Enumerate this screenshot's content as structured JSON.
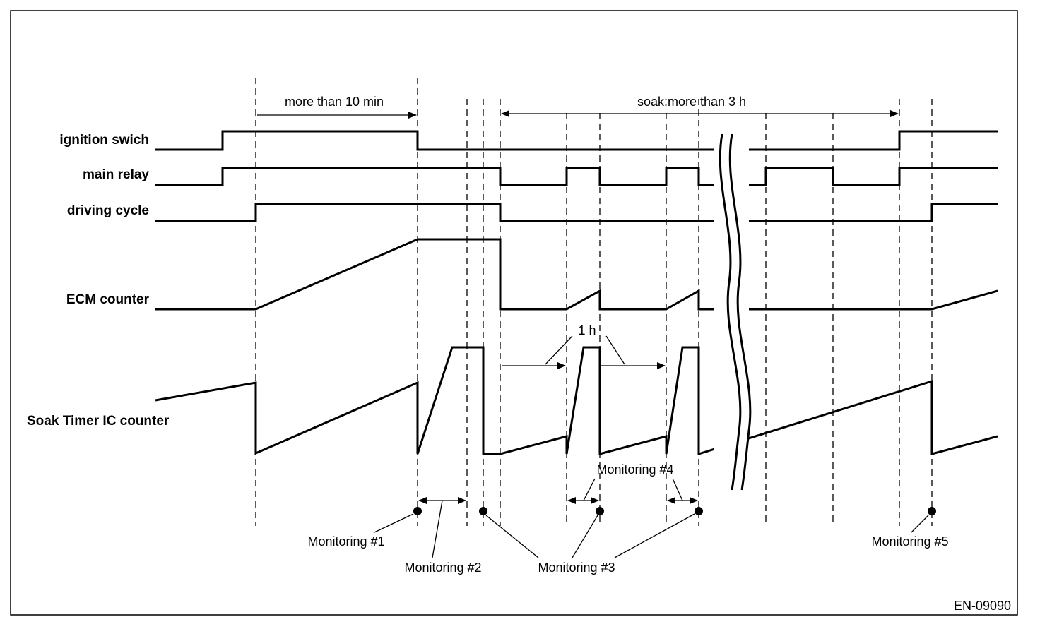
{
  "signals": {
    "ignition": "ignition swich",
    "main_relay": "main relay",
    "driving_cycle": "driving cycle",
    "ecm_counter": "ECM counter",
    "soak_timer": "Soak Timer IC counter"
  },
  "annotations": {
    "more_than_10": "more than 10 min",
    "soak": "soak:more than 3 h",
    "one_hour": "1 h"
  },
  "monitoring": {
    "m1": "Monitoring #1",
    "m2": "Monitoring #2",
    "m3": "Monitoring #3",
    "m4": "Monitoring #4",
    "m5": "Monitoring #5"
  },
  "figure_code": "EN-09090"
}
